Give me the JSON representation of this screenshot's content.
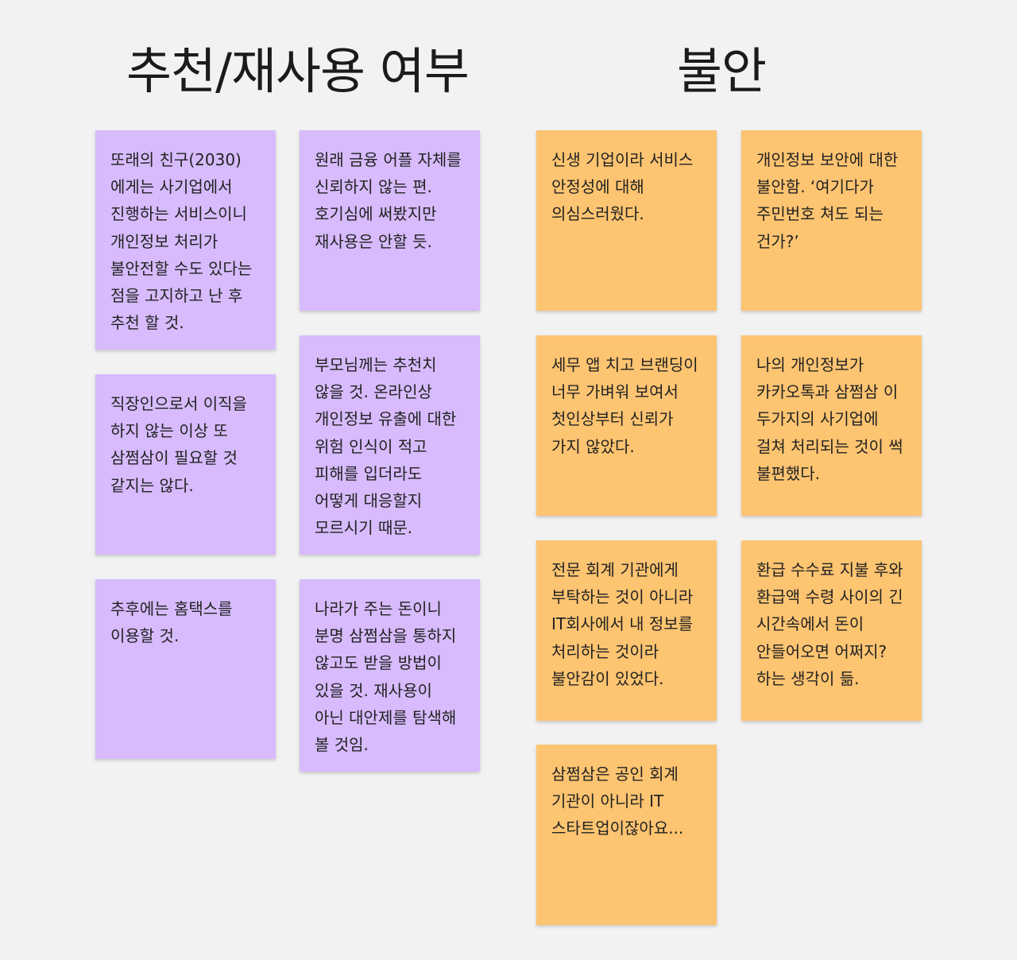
{
  "headings": {
    "left": "추천/재사용 여부",
    "right": "불안"
  },
  "colors": {
    "background": "#f2f2f2",
    "purple_note": "#d7bbfc",
    "orange_note": "#fdc471"
  },
  "recommend_notes": [
    "또래의 친구(2030)에게는 사기업에서 진행하는 서비스이니 개인정보 처리가 불안전할 수도 있다는 점을 고지하고 난 후 추천 할 것.",
    "직장인으로서 이직을 하지 않는 이상 또 삼쩜삼이 필요할 것 같지는 않다.",
    "추후에는 홈택스를 이용할 것.",
    "원래 금융 어플 자체를 신뢰하지 않는 편. 호기심에 써봤지만 재사용은 안할 듯.",
    "부모님께는 추천치 않을 것. 온라인상 개인정보 유출에 대한 위험 인식이 적고 피해를 입더라도 어떻게 대응할지 모르시기 때문.",
    "나라가 주는 돈이니 분명 삼쩜삼을 통하지 않고도 받을 방법이 있을 것. 재사용이 아닌 대안제를 탐색해 볼 것임."
  ],
  "anxiety_notes": [
    "신생 기업이라 서비스 안정성에 대해 의심스러웠다.",
    "세무 앱 치고 브랜딩이 너무 가벼워 보여서 첫인상부터 신뢰가 가지 않았다.",
    "전문 회계 기관에게 부탁하는 것이 아니라 IT회사에서 내 정보를 처리하는 것이라 불안감이 있었다.",
    "삼쩜삼은 공인 회계 기관이 아니라 IT 스타트업이잖아요...",
    "개인정보 보안에 대한 불안함. ‘여기다가 주민번호 쳐도 되는 건가?’",
    "나의 개인정보가 카카오톡과 삼쩜삼 이 두가지의 사기업에 걸쳐 처리되는 것이 썩 불편했다.",
    "환급 수수료 지불 후와 환급액 수령 사이의 긴 시간속에서 돈이 안들어오면 어쩌지? 하는 생각이 듦."
  ]
}
